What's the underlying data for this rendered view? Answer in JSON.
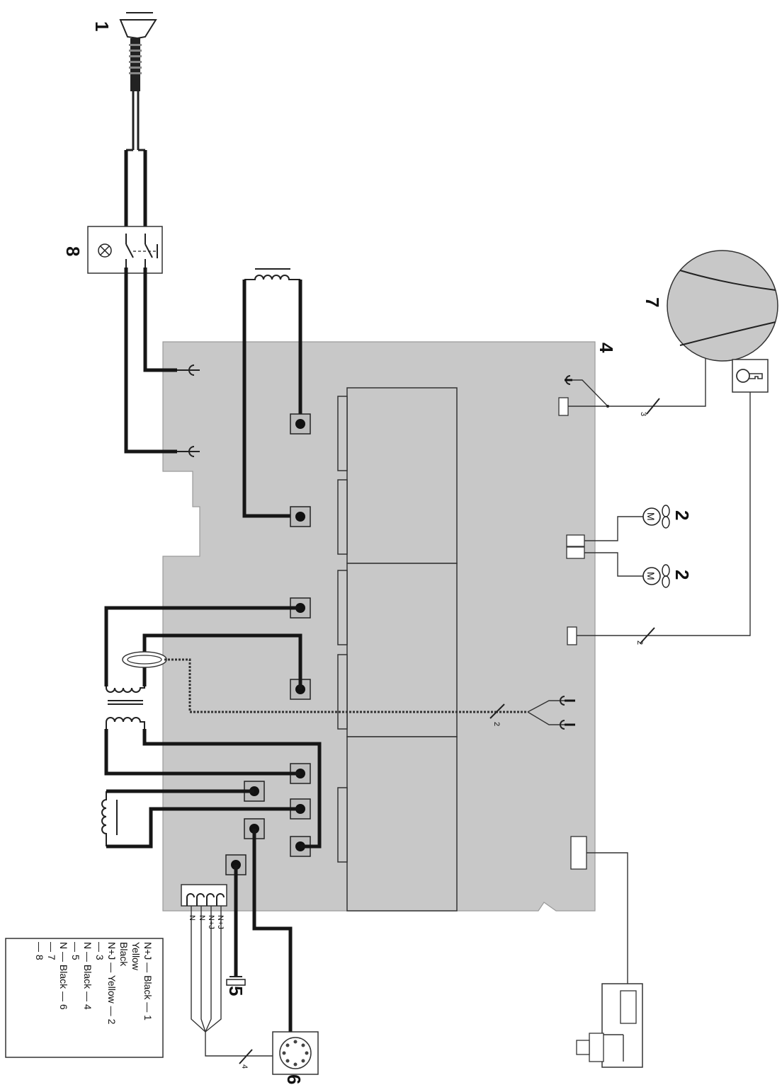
{
  "component_numbers": {
    "plug": "1",
    "fan_a": "2",
    "fan_b": "2",
    "control_board": "4",
    "sensor": "5",
    "connector": "6",
    "compressor": "7",
    "switch": "8"
  },
  "fan_symbol": "M",
  "wire_counts": {
    "compressor_bus": "3",
    "lock_bus": "2",
    "sensor_bus": "2",
    "connector_bus": "4"
  },
  "terminal_labels": [
    "N+J",
    "N+J",
    "N",
    "N"
  ],
  "legend": [
    {
      "left": "N+J",
      "color": "Black",
      "num": "1"
    },
    {
      "left": "",
      "color": "Yellow",
      "num": ""
    },
    {
      "left": "",
      "color": "Black",
      "num": ""
    },
    {
      "left": "N+J",
      "color": "Yellow",
      "num": "2"
    },
    {
      "left": "",
      "color": "",
      "num": "3"
    },
    {
      "left": "N",
      "color": "Black",
      "num": "4"
    },
    {
      "left": "",
      "color": "",
      "num": "5"
    },
    {
      "left": "N",
      "color": "Black",
      "num": "6"
    },
    {
      "left": "",
      "color": "",
      "num": "7"
    },
    {
      "left": "",
      "color": "",
      "num": "8"
    }
  ],
  "colors": {
    "board": "#c8c8c8",
    "wire": "#161616",
    "background": "#ffffff"
  }
}
